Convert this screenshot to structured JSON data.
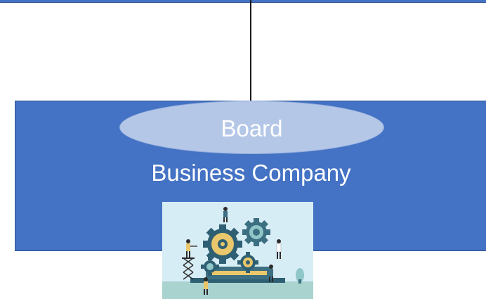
{
  "diagram": {
    "board": {
      "label": "Board"
    },
    "company": {
      "label": "Business Company"
    },
    "illustration": {
      "icon": "business-gears-teamwork-illustration"
    },
    "colors": {
      "box_fill": "#4472c4",
      "box_border": "#2f528f",
      "ellipse_fill": "#b4c7e7",
      "text": "#ffffff",
      "connector": "#1a1a1a"
    }
  }
}
